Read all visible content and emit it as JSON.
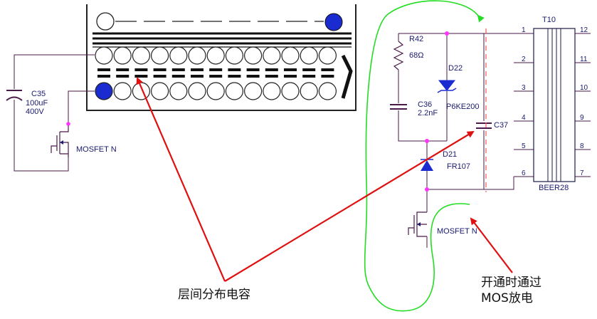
{
  "colors": {
    "wire": "#4a1a4a",
    "text": "#1a1a6e",
    "junction": "#ff33ff",
    "annotation_arrow": "#e01010",
    "highlight_loop": "#22dd22",
    "winding_dot": "#1a2bd0"
  },
  "transformer_winding": {
    "layer_count": 2,
    "turns_per_layer": 13
  },
  "left_circuit": {
    "capacitor_ref": "C35",
    "capacitor_value": "100uF",
    "capacitor_voltage": "400V",
    "mosfet_label": "MOSFET N"
  },
  "right_circuit": {
    "resistor_ref": "R42",
    "resistor_value": "68Ω",
    "tvs_ref": "D22",
    "tvs_part": "P6KE200",
    "snubber_cap_ref": "C36",
    "snubber_cap_value": "2.2nF",
    "diode_ref": "D21",
    "diode_part": "FR107",
    "parasitic_cap_ref": "C37",
    "mosfet_label": "MOSFET N",
    "transformer_ref": "T10",
    "transformer_part": "BEER28",
    "pins_left": [
      "1",
      "2",
      "3",
      "4",
      "5",
      "6"
    ],
    "pins_right": [
      "12",
      "11",
      "10",
      "9",
      "8",
      "7"
    ]
  },
  "annotations": {
    "interlayer_capacitance": "层间分布电容",
    "discharge_line1": "开通时通过",
    "discharge_line2": "MOS放电"
  }
}
